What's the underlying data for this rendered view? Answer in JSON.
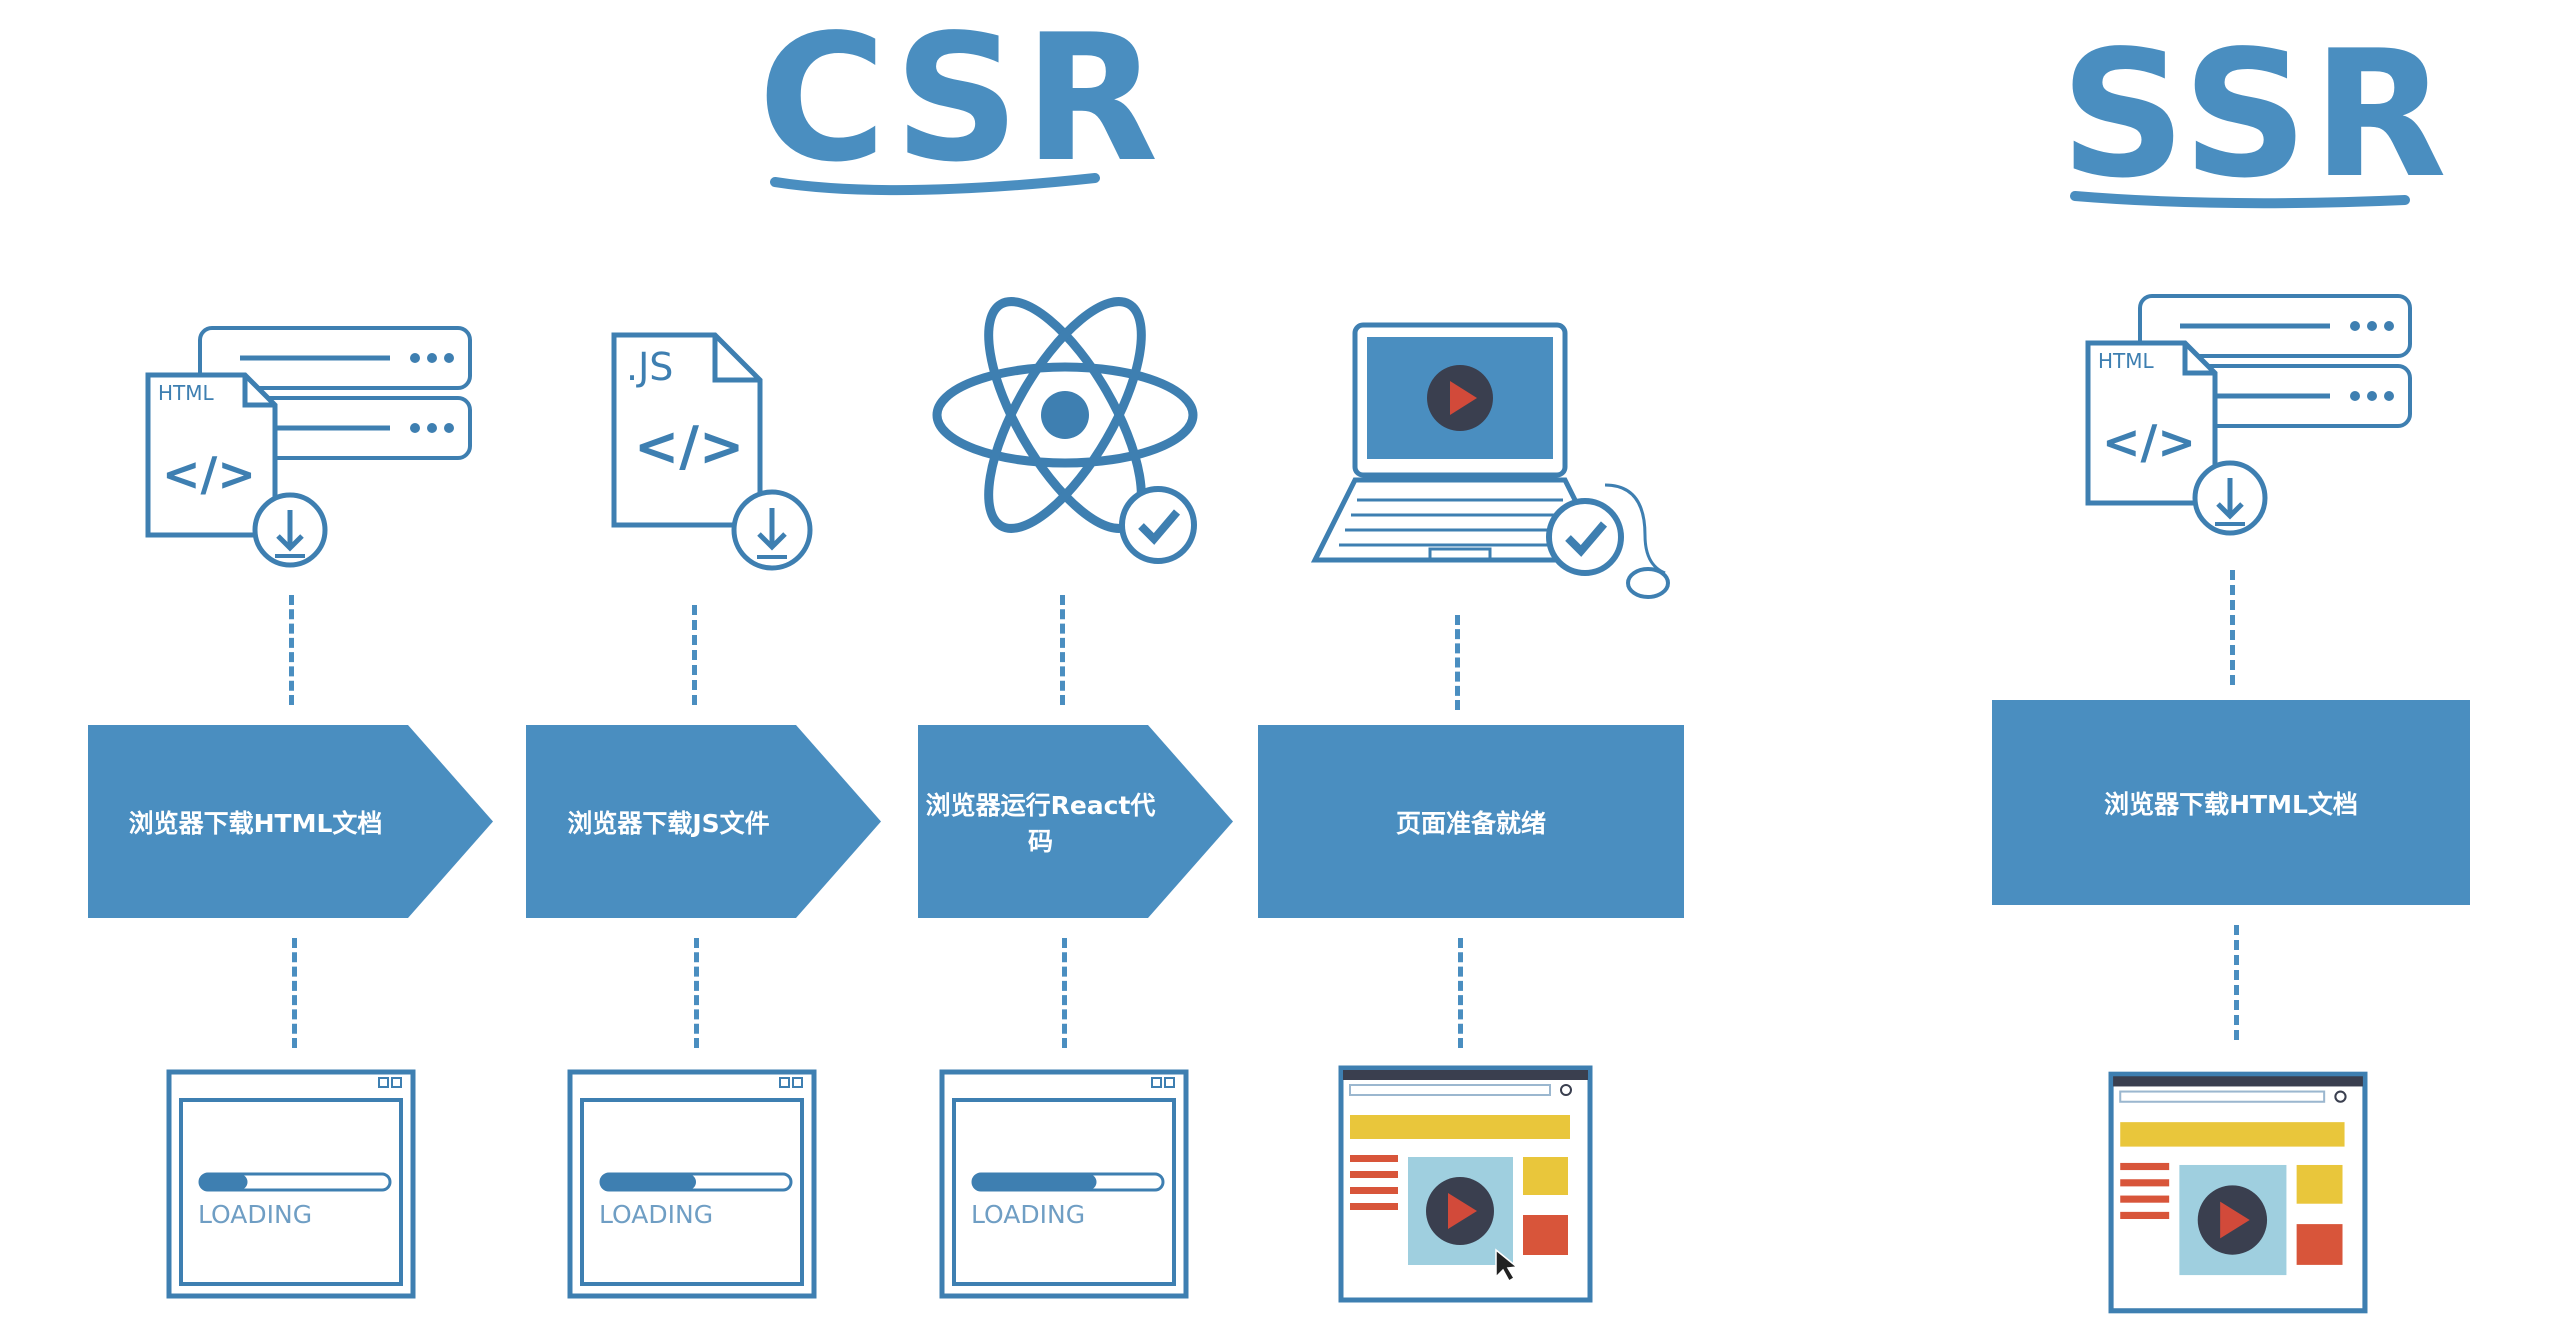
{
  "colors": {
    "blue": "#4a8ec0",
    "stroke": "#3e7fb1",
    "dark": "#3a3f4f",
    "red_play": "#d24a3a",
    "yellow": "#e9c63b",
    "red_block": "#d8553a",
    "screen_teal": "#9fcfdf"
  },
  "csr": {
    "title": "CSR",
    "steps": [
      {
        "label": "浏览器下载HTML文档",
        "icon": "html-download-icon"
      },
      {
        "label": "浏览器下载JS文件",
        "icon": "js-download-icon"
      },
      {
        "label": "浏览器运行React代码",
        "icon": "react-check-icon"
      },
      {
        "label": "页面准备就绪",
        "icon": "laptop-ready-icon"
      }
    ],
    "screens": [
      {
        "text": "LOADING",
        "progress": 0.25
      },
      {
        "text": "LOADING",
        "progress": 0.5
      },
      {
        "text": "LOADING",
        "progress": 0.65
      },
      {
        "text": "",
        "ready": true
      }
    ]
  },
  "ssr": {
    "title": "SSR",
    "steps": [
      {
        "label": "浏览器下载HTML文档",
        "icon": "html-download-icon"
      }
    ],
    "screens": [
      {
        "text": "",
        "ready": true
      }
    ]
  },
  "icon_text": {
    "html": "HTML",
    "js": ".JS",
    "code": "</>"
  }
}
